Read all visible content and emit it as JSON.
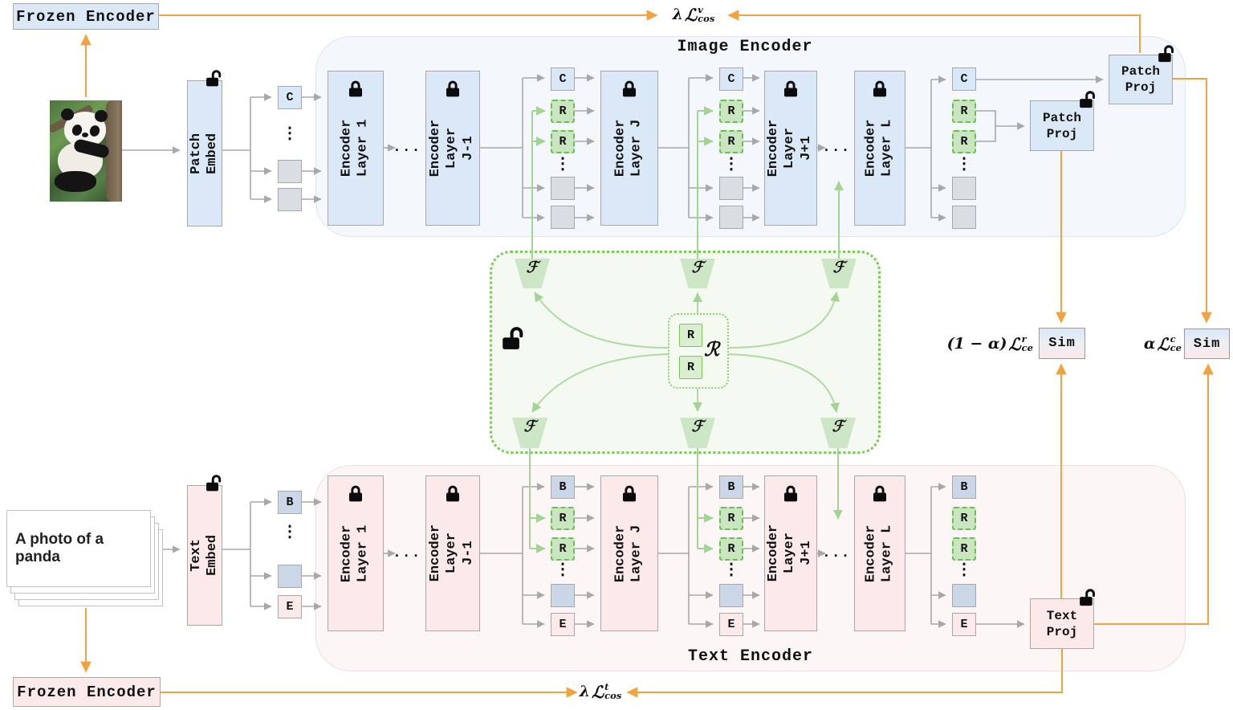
{
  "misc": {
    "h_ellipsis": "...",
    "v_ellipsis": "⋮"
  },
  "image_branch": {
    "frozen_label": "Frozen Encoder",
    "title": "Image Encoder",
    "embed_label": "Patch Embed",
    "layers": [
      "Encoder\nLayer 1",
      "Encoder\nLayer J-1",
      "Encoder\nLayer J",
      "Encoder\nLayer J+1",
      "Encoder\nLayer L"
    ],
    "cls_token": "C",
    "prompt_token": "R",
    "proj_cls_label": "Patch\nProj",
    "proj_prompt_label": "Patch\nProj"
  },
  "text_branch": {
    "frozen_label": "Frozen Encoder",
    "title": "Text Encoder",
    "embed_label": "Text Embed",
    "caption": "A photo of a panda",
    "layers": [
      "Encoder\nLayer 1",
      "Encoder\nLayer J-1",
      "Encoder\nLayer J",
      "Encoder\nLayer J+1",
      "Encoder\nLayer L"
    ],
    "bos_token": "B",
    "eos_token": "E",
    "prompt_token": "R",
    "proj_label": "Text\nProj"
  },
  "adapter": {
    "transform_symbol": "ℱ",
    "repository_symbol": "ℛ",
    "prompt_token": "R"
  },
  "losses": {
    "sim_label": "Sim",
    "image_cos": {
      "coef": "λ",
      "L": "ℒ",
      "sup": "v",
      "sub": "cos"
    },
    "text_cos": {
      "coef": "λ",
      "L": "ℒ",
      "sup": "t",
      "sub": "cos"
    },
    "rank_ce": {
      "coef": "(1 − α)",
      "L": "ℒ",
      "sup": "r",
      "sub": "ce"
    },
    "class_ce": {
      "coef": "α",
      "L": "ℒ",
      "sup": "c",
      "sub": "ce"
    }
  },
  "colors": {
    "image_accent": "#dbe8f7",
    "text_accent": "#fce9e9",
    "adapter_green": "#7cc65a",
    "prompt_fill": "#c9e6c0",
    "arrow_orange": "#f2a340",
    "line_gray": "#a8a8a8"
  }
}
